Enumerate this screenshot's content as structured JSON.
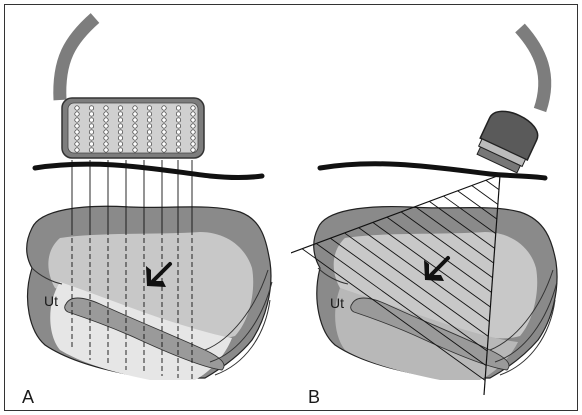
{
  "panels": [
    {
      "letter": "A",
      "organ_label": "Ut"
    },
    {
      "letter": "B",
      "organ_label": "Ut"
    }
  ],
  "colors": {
    "border": "#333333",
    "probe_body": "#7d7d7d",
    "probe_grid": "#cfcfcf",
    "tissue_outer": "#8a8a8a",
    "tissue_dark": "#777777",
    "tissue_light": "#c8c8c8",
    "tissue_pale": "#e6e6e6",
    "skin_line": "#111111"
  }
}
